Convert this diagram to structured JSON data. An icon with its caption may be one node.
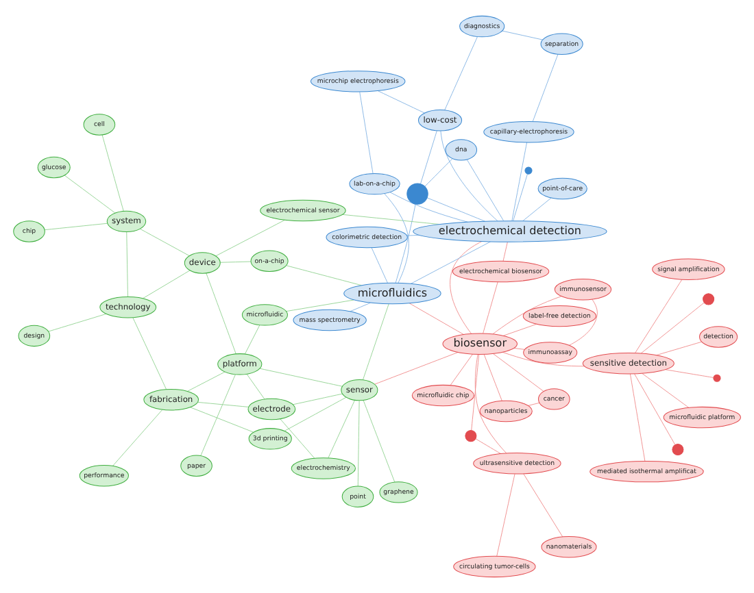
{
  "diagram": {
    "nodes": [
      {
        "text": [
          "immunosensor"
        ]
      },
      {
        "text": [
          "nanoparticles"
        ]
      },
      {
        "text": [
          "graphene"
        ]
      },
      {
        "text": [
          "sensor"
        ]
      },
      {
        "text": [
          "cancer"
        ]
      },
      {
        "text": [
          "3d printing"
        ]
      },
      {
        "text": [
          "nanomaterials"
        ]
      },
      {
        "text": [
          "point"
        ]
      },
      {
        "text": [
          "performance"
        ]
      },
      {
        "text": [
          "circulating tumor-cells"
        ]
      },
      {
        "text": [
          "immunoassay"
        ]
      },
      {
        "text": [
          "electrode"
        ]
      },
      {
        "text": [
          "ultrasensitive detection"
        ]
      },
      {
        "text": [
          "electrochemistry"
        ]
      },
      {
        "text": [
          "fabrication"
        ]
      },
      {
        "text": [
          "signal amplification"
        ]
      },
      {
        "text": [
          "platform"
        ]
      },
      {
        "text": [
          "biosensor"
        ]
      },
      {
        "text": [
          "microfluidic"
        ]
      },
      {
        "text": [
          "microfluidic chip"
        ]
      },
      {
        "text": [
          "paper"
        ]
      },
      {
        "text": [
          "technology"
        ]
      },
      {
        "text": [
          "design"
        ]
      },
      {
        "text": [
          "label-free detection"
        ]
      },
      {
        "text": [
          "microfluidics"
        ]
      },
      {
        "text": [
          "detection"
        ]
      },
      {
        "text": [
          "device"
        ]
      },
      {
        "text": [
          "on-a-chip"
        ]
      },
      {
        "text": [
          "system"
        ]
      },
      {
        "text": [
          "electrochemical biosensor"
        ]
      },
      {
        "text": [
          "electrochemical sensor"
        ]
      },
      {
        "text": [
          "cell"
        ]
      },
      {
        "text": [
          "glucose"
        ]
      },
      {
        "text": [
          "electrochemical detection"
        ]
      },
      {
        "text": [
          "sensitive detection"
        ]
      },
      {
        "text": [
          "point-of-care"
        ]
      },
      {
        "text": [
          "microfluidic platform"
        ]
      },
      {
        "text": [
          "dna"
        ]
      },
      {
        "text": [
          "chip"
        ]
      },
      {
        "text": [
          "capillary-electrophoresis"
        ]
      },
      {
        "text": [
          "mass spectrometry"
        ]
      },
      {
        "text": [
          "mediated isothermal amplificat"
        ]
      },
      {
        "text": [
          "colorimetric detection"
        ]
      },
      {
        "text": [
          "separation"
        ]
      },
      {
        "text": [
          "low-cost"
        ]
      },
      {
        "text": [
          "lab-on-a-chip"
        ]
      },
      {
        "text": [
          "diagnostics"
        ]
      },
      {
        "text": [
          "microchip electrophoresis"
        ]
      },
      {
        "text": [],
        "shape": "circle"
      },
      {
        "text": [],
        "shape": "circle"
      },
      {
        "text": [],
        "shape": "circle"
      },
      {
        "text": [],
        "shape": "circle"
      },
      {
        "text": [],
        "shape": "circle"
      },
      {
        "text": [],
        "shape": "circle"
      }
    ],
    "edges": [
      {
        "from": 3,
        "to": 11,
        "arrow": "none"
      },
      {
        "from": 11,
        "to": 14,
        "arrow": "none"
      },
      {
        "from": 14,
        "to": 21,
        "arrow": "none"
      },
      {
        "from": 21,
        "to": 28,
        "arrow": "none"
      },
      {
        "from": 16,
        "to": 26,
        "arrow": "none"
      },
      {
        "from": 3,
        "to": 16,
        "arrow": "none"
      },
      {
        "from": 21,
        "to": 26,
        "arrow": "none"
      },
      {
        "from": 28,
        "to": 26,
        "arrow": "none"
      },
      {
        "from": 3,
        "to": 24,
        "arrow": "none"
      },
      {
        "from": 2,
        "to": 3,
        "arrow": "none"
      },
      {
        "from": 7,
        "to": 3,
        "arrow": "none"
      },
      {
        "from": 5,
        "to": 14,
        "arrow": "none"
      },
      {
        "from": 8,
        "to": 14,
        "arrow": "none"
      },
      {
        "from": 13,
        "to": 11,
        "arrow": "none"
      },
      {
        "from": 18,
        "to": 16,
        "arrow": "none"
      },
      {
        "from": 20,
        "to": 16,
        "arrow": "none"
      },
      {
        "from": 22,
        "to": 21,
        "arrow": "none"
      },
      {
        "from": 27,
        "to": 26,
        "arrow": "none"
      },
      {
        "from": 30,
        "to": 26,
        "arrow": "none"
      },
      {
        "from": 31,
        "to": 28,
        "arrow": "none"
      },
      {
        "from": 32,
        "to": 28,
        "arrow": "none"
      },
      {
        "from": 38,
        "to": 28,
        "arrow": "none"
      },
      {
        "from": 5,
        "to": 3,
        "arrow": "none"
      },
      {
        "from": 13,
        "to": 3,
        "arrow": "none"
      },
      {
        "from": 18,
        "to": 24,
        "arrow": "none"
      },
      {
        "from": 27,
        "to": 24,
        "arrow": "none"
      },
      {
        "from": 30,
        "to": 33,
        "arrow": "none"
      },
      {
        "from": 11,
        "to": 16,
        "arrow": "none"
      },
      {
        "from": 14,
        "to": 16,
        "arrow": "none"
      },
      {
        "from": 17,
        "to": 34,
        "arrow": "none",
        "color": "#f08c8c"
      },
      {
        "from": 17,
        "to": 24,
        "arrow": "none",
        "color": "#f08c8c"
      },
      {
        "from": 17,
        "to": 33,
        "arrow": "none",
        "color": "#f08c8c"
      },
      {
        "from": 3,
        "to": 17,
        "arrow": "none",
        "color": "#f08c8c"
      },
      {
        "from": 0,
        "to": 17,
        "arrow": "none",
        "color": "#f08c8c"
      },
      {
        "from": 1,
        "to": 17,
        "arrow": "none",
        "color": "#f08c8c"
      },
      {
        "from": 4,
        "to": 17,
        "arrow": "none",
        "color": "#f08c8c"
      },
      {
        "from": 6,
        "to": 12,
        "arrow": "none",
        "color": "#f08c8c"
      },
      {
        "from": 9,
        "to": 12,
        "arrow": "none",
        "color": "#f08c8c"
      },
      {
        "from": 10,
        "to": 17,
        "arrow": "none",
        "color": "#f08c8c"
      },
      {
        "from": 12,
        "to": 17,
        "arrow": "none",
        "color": "#f08c8c"
      },
      {
        "from": 15,
        "to": 34,
        "arrow": "none",
        "color": "#f08c8c"
      },
      {
        "from": 19,
        "to": 17,
        "arrow": "none",
        "color": "#f08c8c"
      },
      {
        "from": 23,
        "to": 17,
        "arrow": "none",
        "color": "#f08c8c"
      },
      {
        "from": 25,
        "to": 34,
        "arrow": "none",
        "color": "#f08c8c"
      },
      {
        "from": 29,
        "to": 17,
        "arrow": "none",
        "color": "#f08c8c"
      },
      {
        "from": 36,
        "to": 34,
        "arrow": "none",
        "color": "#f08c8c"
      },
      {
        "from": 41,
        "to": 34,
        "arrow": "none",
        "color": "#f08c8c"
      },
      {
        "from": 50,
        "to": 17,
        "arrow": "none",
        "color": "#f08c8c"
      },
      {
        "from": 51,
        "to": 34,
        "arrow": "none",
        "color": "#f08c8c"
      },
      {
        "from": 52,
        "to": 34,
        "arrow": "none",
        "color": "#f08c8c"
      },
      {
        "from": 53,
        "to": 34,
        "arrow": "none",
        "color": "#f08c8c"
      },
      {
        "from": 0,
        "to": 10,
        "arrow": "none",
        "color": "#f08c8c"
      },
      {
        "from": 1,
        "to": 4,
        "arrow": "none",
        "color": "#f08c8c"
      },
      {
        "from": 29,
        "to": 33,
        "arrow": "none",
        "color": "#f08c8c"
      },
      {
        "from": 12,
        "to": 50,
        "arrow": "none",
        "color": "#f08c8c"
      },
      {
        "from": 24,
        "to": 33,
        "arrow": "none",
        "color": "#85b4e4"
      },
      {
        "from": 33,
        "to": 48,
        "arrow": "none",
        "color": "#85b4e4"
      },
      {
        "from": 24,
        "to": 48,
        "arrow": "none",
        "color": "#85b4e4"
      },
      {
        "from": 35,
        "to": 33,
        "arrow": "none",
        "color": "#85b4e4"
      },
      {
        "from": 37,
        "to": 33,
        "arrow": "none",
        "color": "#85b4e4"
      },
      {
        "from": 39,
        "to": 33,
        "arrow": "none",
        "color": "#85b4e4"
      },
      {
        "from": 40,
        "to": 24,
        "arrow": "none",
        "color": "#85b4e4"
      },
      {
        "from": 42,
        "to": 33,
        "arrow": "none",
        "color": "#85b4e4"
      },
      {
        "from": 44,
        "to": 33,
        "arrow": "none",
        "color": "#85b4e4"
      },
      {
        "from": 45,
        "to": 33,
        "arrow": "none",
        "color": "#85b4e4"
      },
      {
        "from": 46,
        "to": 44,
        "arrow": "none",
        "color": "#85b4e4"
      },
      {
        "from": 47,
        "to": 45,
        "arrow": "none",
        "color": "#85b4e4"
      },
      {
        "from": 49,
        "to": 33,
        "arrow": "none",
        "color": "#85b4e4"
      },
      {
        "from": 46,
        "to": 43,
        "arrow": "none",
        "color": "#85b4e4"
      },
      {
        "from": 47,
        "to": 44,
        "arrow": "none",
        "color": "#85b4e4"
      },
      {
        "from": 43,
        "to": 39,
        "arrow": "none",
        "color": "#85b4e4"
      },
      {
        "from": 37,
        "to": 48,
        "arrow": "none",
        "color": "#85b4e4"
      },
      {
        "from": 44,
        "to": 48,
        "arrow": "none",
        "color": "#85b4e4"
      },
      {
        "from": 45,
        "to": 24,
        "arrow": "none",
        "color": "#85b4e4"
      },
      {
        "from": 42,
        "to": 24,
        "arrow": "none",
        "color": "#85b4e4"
      }
    ]
  }
}
